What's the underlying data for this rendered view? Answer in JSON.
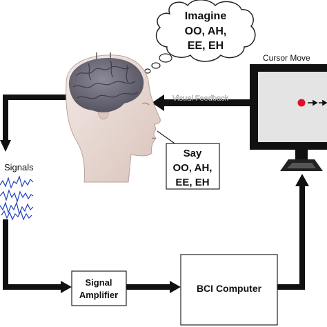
{
  "thought_bubble": {
    "line1": "Imagine",
    "line2": "OO, AH,",
    "line3": "EE, EH"
  },
  "monitor": {
    "caption": "Cursor Move"
  },
  "visual_feedback": {
    "label": "Visual Feedback"
  },
  "speech_box": {
    "line1": "Say",
    "line2": "OO, AH,",
    "line3": "EE, EH"
  },
  "signals": {
    "label": "Signals"
  },
  "amplifier": {
    "line1": "Signal",
    "line2": "Amplifier"
  },
  "computer": {
    "label": "BCI Computer"
  },
  "colors": {
    "arrow": "#111111",
    "signal_trace": "#1f3fbf",
    "cursor_dot": "#e0102a",
    "screen": "#e4e4e4",
    "brain": "#6c6c78",
    "skin": "#e8d8d2"
  }
}
